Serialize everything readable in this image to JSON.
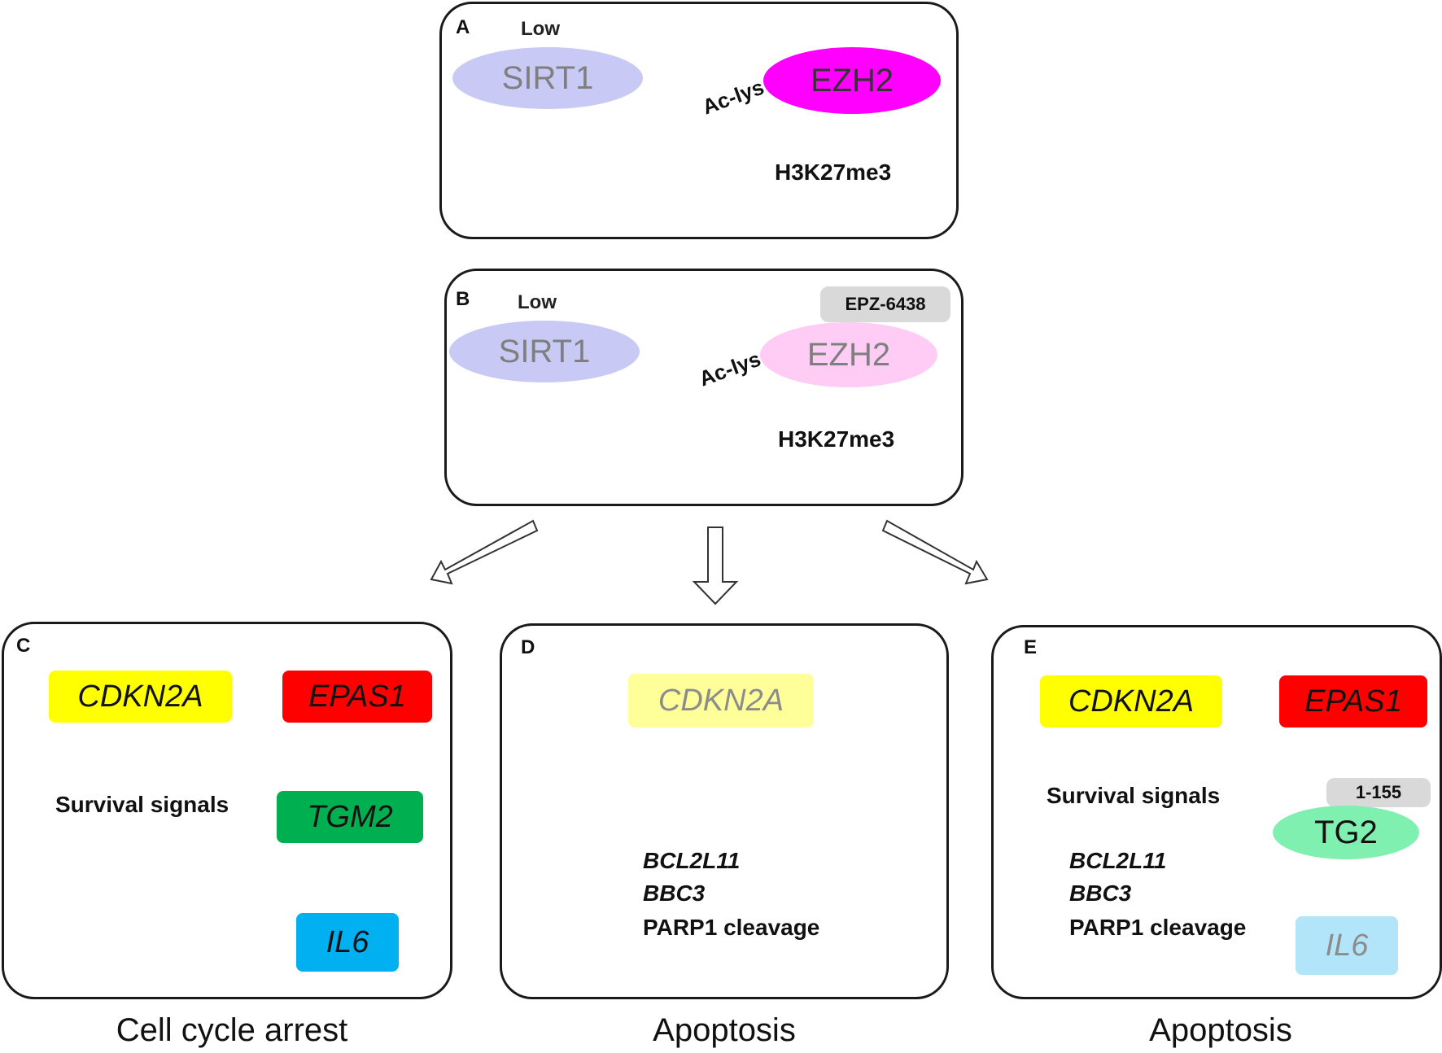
{
  "panelA": {
    "letter": "A",
    "low_label": "Low",
    "sirt1": "SIRT1",
    "ezh2": "EZH2",
    "aclys": "Ac-lys",
    "mark": "H3K27me3"
  },
  "panelB": {
    "letter": "B",
    "low_label": "Low",
    "inhibitor": "EPZ-6438",
    "sirt1": "SIRT1",
    "ezh2": "EZH2",
    "aclys": "Ac-lys",
    "mark": "H3K27me3"
  },
  "panelC": {
    "letter": "C",
    "cdkn2a": "CDKN2A",
    "epas1": "EPAS1",
    "survival": "Survival signals",
    "tgm2": "TGM2",
    "il6": "IL6",
    "outcome": "Cell cycle arrest"
  },
  "panelD": {
    "letter": "D",
    "cdkn2a": "CDKN2A",
    "bcl2l11": "BCL2L11",
    "bbc3": "BBC3",
    "parp1": "PARP1 cleavage",
    "outcome": "Apoptosis"
  },
  "panelE": {
    "letter": "E",
    "cdkn2a": "CDKN2A",
    "epas1": "EPAS1",
    "tag": "1-155",
    "survival": "Survival signals",
    "tg2": "TG2",
    "bcl2l11": "BCL2L11",
    "bbc3": "BBC3",
    "parp1": "PARP1 cleavage",
    "il6": "IL6",
    "outcome": "Apoptosis"
  },
  "colors": {
    "sirt1": "#c9c9f5",
    "ezh2_active": "#ff00ff",
    "ezh2_inhibited": "#ffccf5",
    "cdkn2a": "#ffff00",
    "cdkn2a_faded": "#ffff99",
    "epas1": "#ff0000",
    "tgm2": "#00b050",
    "il6": "#00b0f0",
    "il6_faded": "#b3e5fa",
    "tg2": "#80f0b0",
    "tag": "#d9d9d9"
  }
}
